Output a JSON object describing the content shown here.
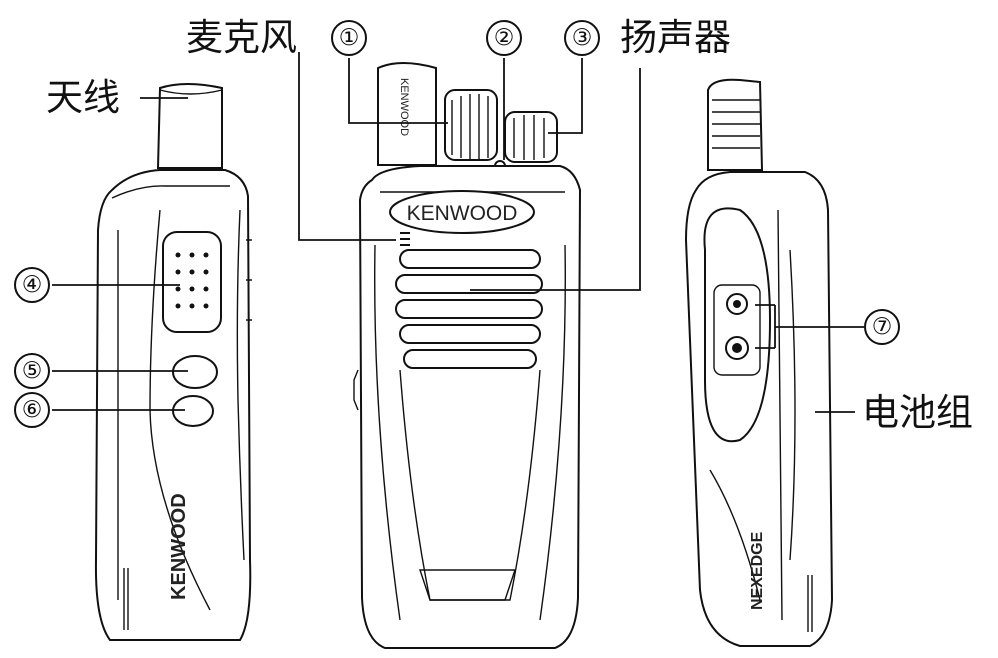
{
  "labels": {
    "microphone": "麦克风",
    "antenna": "天线",
    "speaker": "扬声器",
    "battery": "电池组"
  },
  "callouts": [
    "①",
    "②",
    "③",
    "④",
    "⑤",
    "⑥",
    "⑦"
  ],
  "brand": {
    "front": "KENWOOD",
    "side": "KENWOOD",
    "knob": "KENWOOD",
    "right_side": "NEXEDGE"
  }
}
